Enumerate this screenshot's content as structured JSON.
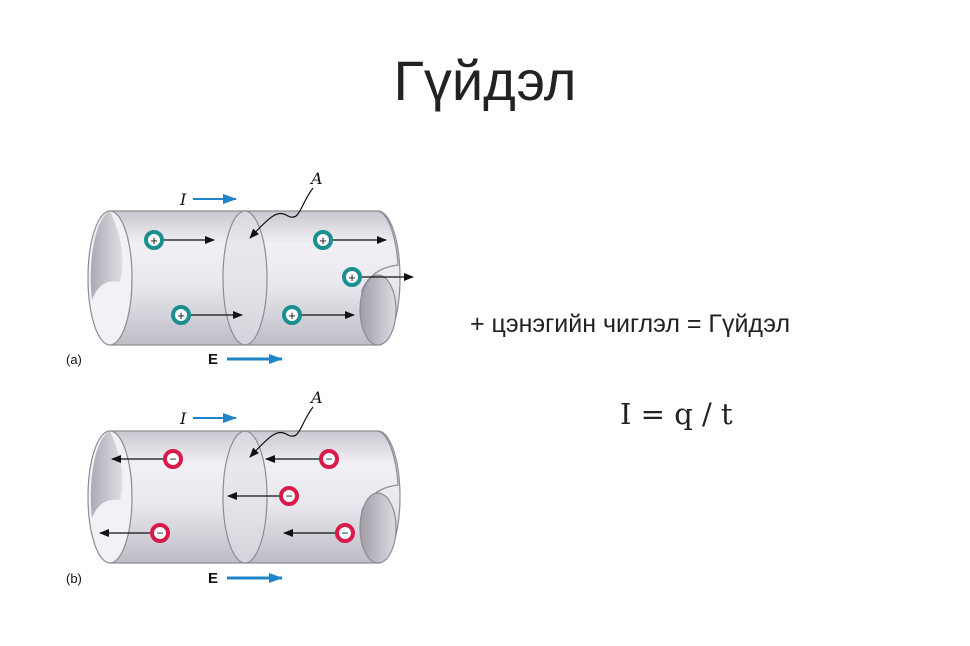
{
  "slide": {
    "title": "Гүйдэл",
    "statement": "+ цэнэгийн чиглэл = Гүйдэл",
    "formula": "I = q / t"
  },
  "diagram": {
    "current_symbol": "I",
    "area_symbol": "A",
    "field_symbol": "E",
    "panel_a_label": "(a)",
    "panel_b_label": "(b)",
    "positive_sign": "+",
    "negative_sign": "−",
    "colors": {
      "positive_charge": "#1b8f8f",
      "negative_charge": "#d81b4a",
      "arrow_blue": "#1f84c8",
      "wire_fill": "#e7e6ec",
      "wire_edge": "#8d8c95"
    }
  }
}
